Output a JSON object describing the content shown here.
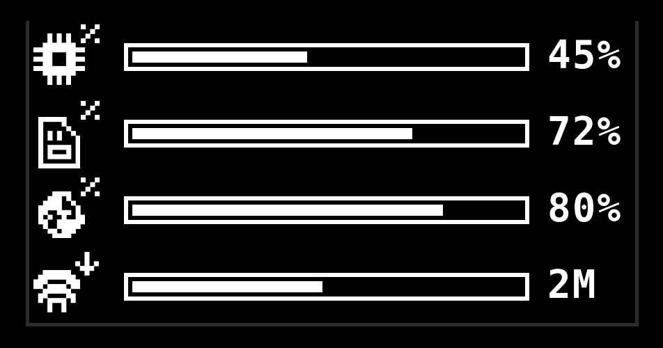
{
  "colors": {
    "background": "#000000",
    "foreground": "#ffffff",
    "frame": "#2b2b2b"
  },
  "rows": [
    {
      "icon": "cpu-icon",
      "badge": "percent-icon",
      "fill": 0.45,
      "value": "45%"
    },
    {
      "icon": "sd-card-icon",
      "badge": "percent-icon",
      "fill": 0.72,
      "value": "72%"
    },
    {
      "icon": "globe-icon",
      "badge": "percent-icon",
      "fill": 0.8,
      "value": "80%"
    },
    {
      "icon": "wifi-icon",
      "badge": "download-arrow-icon",
      "fill": 0.49,
      "value": "2M"
    }
  ]
}
